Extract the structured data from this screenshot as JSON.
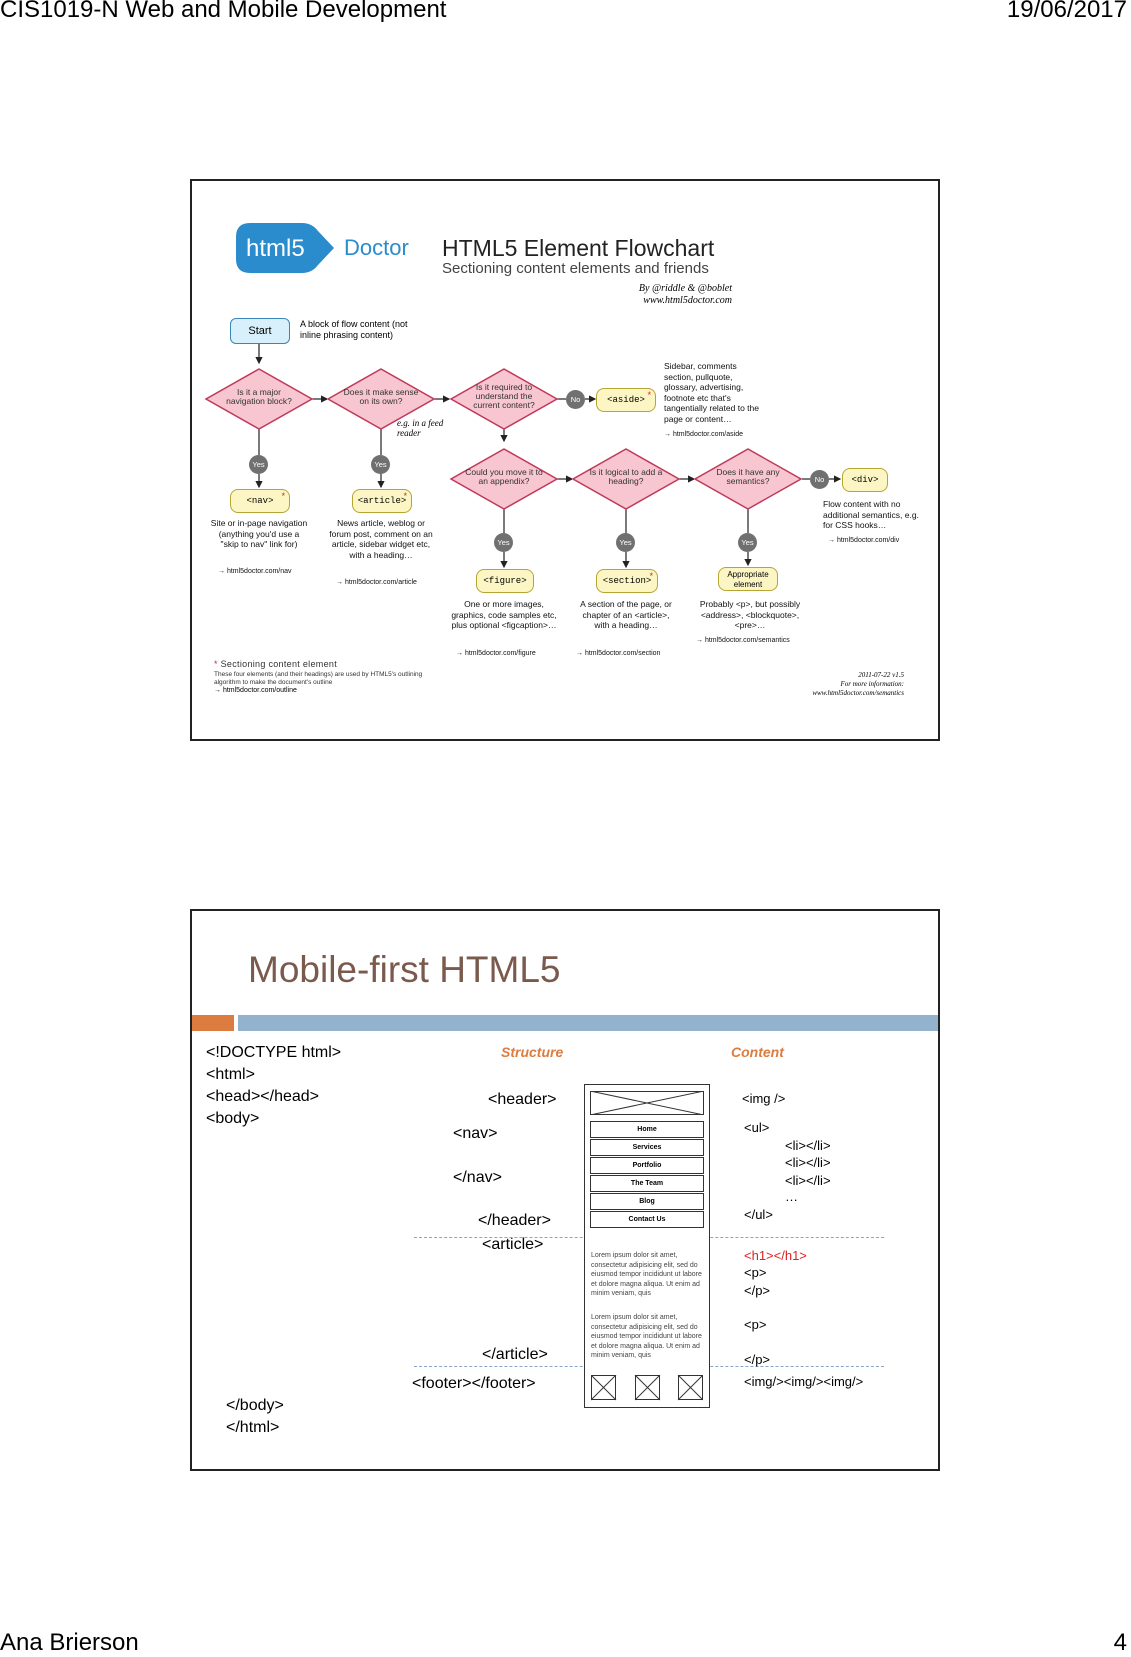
{
  "header": {
    "course": "CIS1019-N Web and Mobile Development",
    "date": "19/06/2017"
  },
  "footer": {
    "author": "Ana Brierson",
    "page": "4"
  },
  "slide1": {
    "logo": "html5",
    "logo_doctor": "Doctor",
    "title": "HTML5 Element Flowchart",
    "subtitle": "Sectioning content elements and friends",
    "by_line1": "By @riddle & @boblet",
    "by_line2": "www.html5doctor.com",
    "start": "Start",
    "start_note": "A block of flow content (not inline phrasing content)",
    "q_nav": "Is it a major navigation block?",
    "q_article": "Does it make sense on its own?",
    "q_aside": "Is it required to understand the current content?",
    "q_figure": "Could you move it to an appendix?",
    "q_section": "Is it logical to add a heading?",
    "q_semantics": "Does it have any semantics?",
    "feed_note": "e.g. in a feed reader",
    "yes": "Yes",
    "no": "No",
    "asterisk": "*",
    "nav_el": "<nav>",
    "nav_desc": "Site or in-page navigation (anything you'd use a \"skip to nav\" link for)",
    "nav_link": "→ html5doctor.com/nav",
    "article_el": "<article>",
    "article_desc": "News article, weblog or forum post, comment on an article, sidebar widget etc, with a heading…",
    "article_link": "→ html5doctor.com/article",
    "aside_el": "<aside>",
    "aside_desc": "Sidebar, comments section, pullquote, glossary, advertising, footnote etc that's tangentially related to the page or content…",
    "aside_link": "→ html5doctor.com/aside",
    "figure_el": "<figure>",
    "figure_desc": "One or more images, graphics, code samples etc, plus optional <figcaption>…",
    "figure_link": "→ html5doctor.com/figure",
    "section_el": "<section>",
    "section_desc": "A section of the page, or chapter of an <article>, with a heading…",
    "section_link": "→ html5doctor.com/section",
    "appropriate_el": "Appropriate element",
    "appropriate_desc": "Probably <p>, but possibly <address>, <blockquote>, <pre>…",
    "semantics_link": "→ html5doctor.com/semantics",
    "div_el": "<div>",
    "div_desc": "Flow content with no additional semantics, e.g. for CSS hooks…",
    "div_link": "→ html5doctor.com/div",
    "legend_title": "Sectioning content element",
    "legend_text": "These four elements (and their headings) are used by HTML5's outlining algorithm to make the document's outline",
    "legend_link": "→ html5doctor.com/outline",
    "version": "2011-07-22 v1.5",
    "more_info": "For more information:",
    "more_link": "www.html5doctor.com/semantics"
  },
  "slide2": {
    "title": "Mobile-first HTML5",
    "structure_label": "Structure",
    "content_label": "Content",
    "left_code": [
      "<!DOCTYPE html>",
      "<html>",
      "<head></head>",
      "<body>"
    ],
    "close_body": "</body>",
    "close_html": "</html>",
    "header_open": "<header>",
    "nav_open": "<nav>",
    "nav_close": "</nav>",
    "header_close": "</header>",
    "article_open": "<article>",
    "article_close": "</article>",
    "footer": "<footer></footer>",
    "nav_items": [
      "Home",
      "Services",
      "Portfolio",
      "The Team",
      "Blog",
      "Contact Us"
    ],
    "lorem1": "Lorem ipsum dolor sit amet, consectetur adipisicing elit, sed do eiusmod tempor incididunt ut labore et dolore magna aliqua. Ut enim ad minim veniam, quis",
    "lorem2": "Lorem ipsum dolor sit amet, consectetur adipisicing elit, sed do eiusmod tempor incididunt ut labore et dolore magna aliqua. Ut enim ad minim veniam, quis",
    "content_img": "<img />",
    "content_ul_open": "<ul>",
    "content_li": "<li></li>",
    "content_ellipsis": "…",
    "content_ul_close": "</ul>",
    "content_h1": "<h1></h1>",
    "content_p_open": "<p>",
    "content_p_close": "</p>",
    "content_imgs": "<img/><img/><img/>"
  }
}
